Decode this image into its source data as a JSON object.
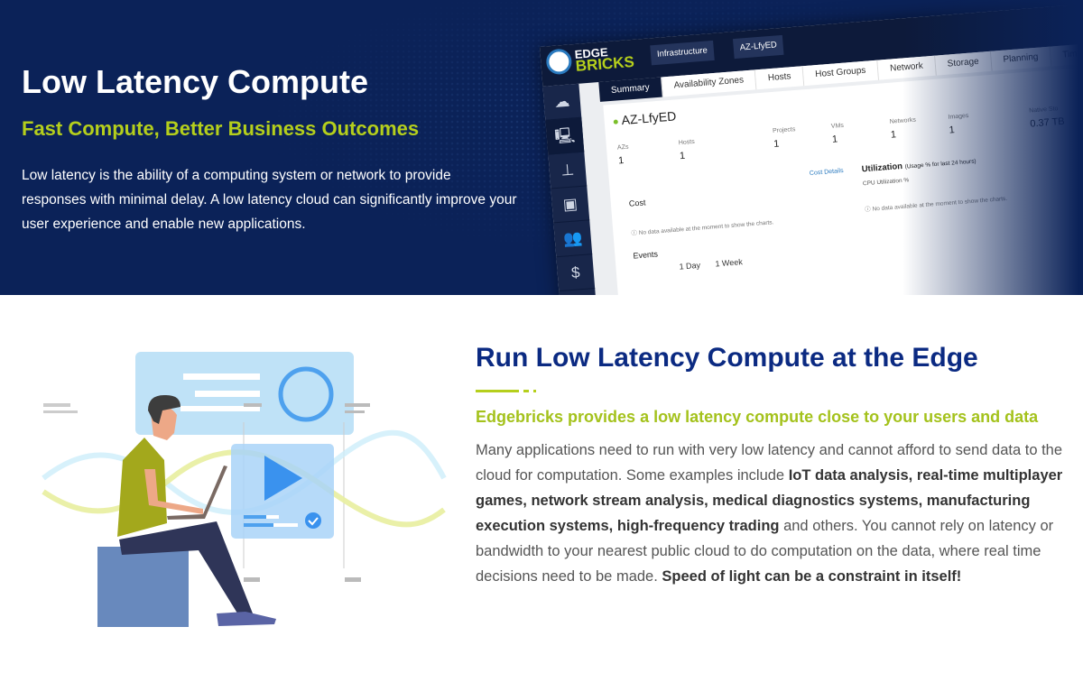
{
  "hero": {
    "title": "Low Latency Compute",
    "subtitle": "Fast Compute, Better Business Outcomes",
    "text": "Low latency is the ability of a computing system or network to provide responses with minimal delay. A low latency cloud can significantly improve your user experience and enable new applications."
  },
  "dashboard": {
    "logo": {
      "line1": "EDGE",
      "line2": "BRICKS"
    },
    "breadcrumbs": [
      "Infrastructure",
      "AZ-LfyED"
    ],
    "tabs": [
      "Summary",
      "Availability Zones",
      "Hosts",
      "Host Groups",
      "Network",
      "Storage",
      "Planning",
      "Tim"
    ],
    "sidebar_icons": [
      "cloud-upload-icon",
      "servers-icon",
      "hierarchy-icon",
      "boxes-icon",
      "users-icon",
      "dollar-icon"
    ],
    "az_name": "AZ-LfyED",
    "stats": [
      {
        "label": "AZs",
        "value": "1"
      },
      {
        "label": "Hosts",
        "value": "1"
      },
      {
        "label": "Projects",
        "value": "1"
      },
      {
        "label": "VMs",
        "value": "1"
      },
      {
        "label": "Networks",
        "value": "1"
      },
      {
        "label": "Images",
        "value": "1"
      },
      {
        "label": "Native Sto",
        "value": "0.37 TB"
      }
    ],
    "cost_details": "Cost Details",
    "cost_title": "Cost",
    "utilization_title": "Utilization",
    "utilization_note": "(Usage % for last 24 hours)",
    "cpu_label": "CPU Utilization %",
    "no_data": "No data available at the moment to show the charts.",
    "events_title": "Events",
    "events_ranges": [
      "1 Day",
      "1 Week"
    ]
  },
  "main": {
    "title": "Run Low Latency Compute at the Edge",
    "subtitle": "Edgebricks provides a low latency compute close to your users and data",
    "p1": "Many applications need to run with very low latency and cannot afford to send data to the cloud for computation. Some examples include ",
    "b1": "IoT data analysis, real-time multiplayer games, network stream analysis, medical diagnostics systems, manufacturing execution systems, high-frequency trading",
    "p2": " and others. You cannot rely on latency or bandwidth to your nearest public cloud to do computation on the data, where real time decisions need to be made. ",
    "b2": "Speed of light can be a constraint in itself!"
  },
  "colors": {
    "navy": "#0b2258",
    "lime": "#b5cf1c",
    "title_blue": "#0b2a82"
  }
}
